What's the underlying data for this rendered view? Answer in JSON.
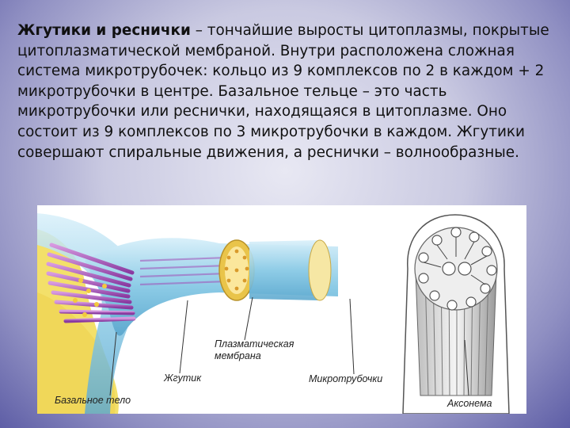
{
  "text": {
    "term": "Жгутики и реснички",
    "body": " – тончайшие выросты цитоплазмы, покрытые цитоплазматической мембраной. Внутри расположена сложная система микротрубочек: кольцо из 9 комплексов по 2 в каждом + 2 микротрубочки в центре. Базальное тельце – это часть микротрубочки или реснички, находящаяся в цитоплазме. Оно состоит из 9 комплексов по 3 микротрубочки в каждом. Жгутики совершают спиральные движения, а реснички – волнообразные."
  },
  "figure": {
    "labels": {
      "membrane_line1": "Плазматическая",
      "membrane_line2": "мембрана",
      "flagellum": "Жгутик",
      "microtubules": "Микротрубочки",
      "basal_body": "Базальное тело",
      "axoneme": "Аксонема"
    },
    "colors": {
      "cytoplasm": "#f3e06a",
      "membrane": "#9fd3ea",
      "microtubule": "#b55bc6",
      "ring": "#e9c44a"
    }
  }
}
